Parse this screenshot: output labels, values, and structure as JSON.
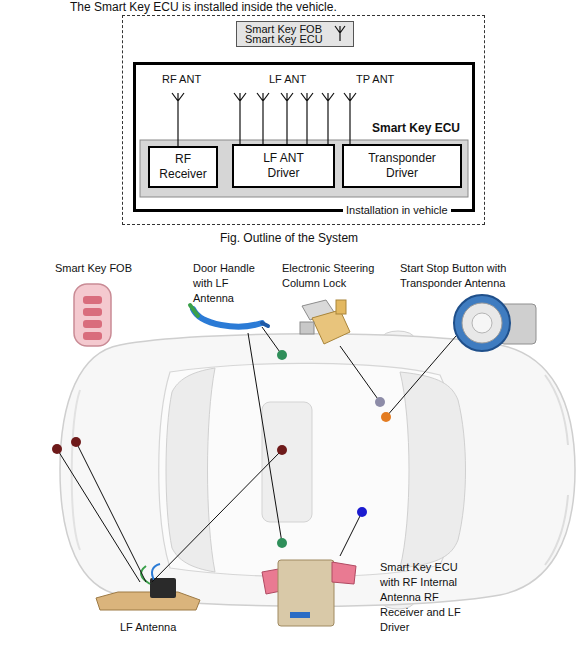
{
  "diagram": {
    "title": "The Smart Key ECU is installed inside the vehicle.",
    "caption": "Fig. Outline of the System",
    "nodes": [
      {
        "text": [
          "Installation in vehicle"
        ]
      },
      {
        "text": [
          "Smart Key FOB",
          "Smart Key ECU"
        ],
        "in": 0
      },
      {
        "text": [
          "Smart Key ECU"
        ],
        "in": 0
      },
      {
        "text": [
          "RF Receiver"
        ],
        "in": 2
      },
      {
        "text": [
          "LF ANT Driver"
        ],
        "in": 2
      },
      {
        "text": [
          "Transponder Driver"
        ],
        "in": 2
      }
    ],
    "labels": [
      "RF ANT",
      "LF ANT",
      "TP ANT",
      "Smart Key FOB",
      "Door Handle with LF Antenna",
      "Electronic Steering Column Lock",
      "Start Stop Button with Transponder Antenna",
      "LF Antenna",
      "Smart Key ECU with RF Internal Antenna RF Receiver and LF Driver"
    ]
  }
}
